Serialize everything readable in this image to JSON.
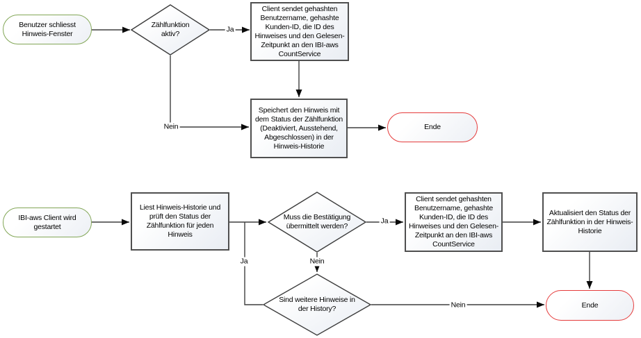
{
  "colors": {
    "start_border": "#82a656",
    "end_border": "#e53b3b",
    "process_border": "#4f4f4f",
    "connector": "#3f3f3f",
    "shape_fill_top": "#ffffff",
    "shape_fill_bottom": "#e9edf3"
  },
  "flow1": {
    "start": "Benutzer schliesst Hinweis-Fenster",
    "decision_active": "Zählfunktion aktiv?",
    "process_send": "Client sendet gehashten Benutzername, gehashte Kunden-ID, die ID des Hinweises und den Gelesen-Zeitpunkt an den IBI-aws CountService",
    "process_store": "Speichert den Hinweis mit dem Status der Zählfunktion (Deaktiviert, Ausstehend, Abgeschlossen) in der Hinweis-Historie",
    "end": "Ende",
    "edges": {
      "yes": "Ja",
      "no": "Nein"
    }
  },
  "flow2": {
    "start": "IBI-aws Client wird gestartet",
    "process_read": "Liest Hinweis-Historie und prüft den Status der Zählfunktion für jeden Hinweis",
    "decision_submit": "Muss die Bestätigung übermittelt werden?",
    "process_send": "Client sendet gehashten Benutzername, gehashte Kunden-ID, die ID des Hinweises und den Gelesen-Zeitpunkt an den IBI-aws CountService",
    "process_update": "Aktualisiert den Status der Zählfunktion in der Hinweis-Historie",
    "decision_more": "Sind weitere Hinweise in der History?",
    "end": "Ende",
    "edges": {
      "yes_submit": "Ja",
      "no_submit": "Nein",
      "yes_more": "Ja",
      "no_more": "Nein"
    }
  }
}
